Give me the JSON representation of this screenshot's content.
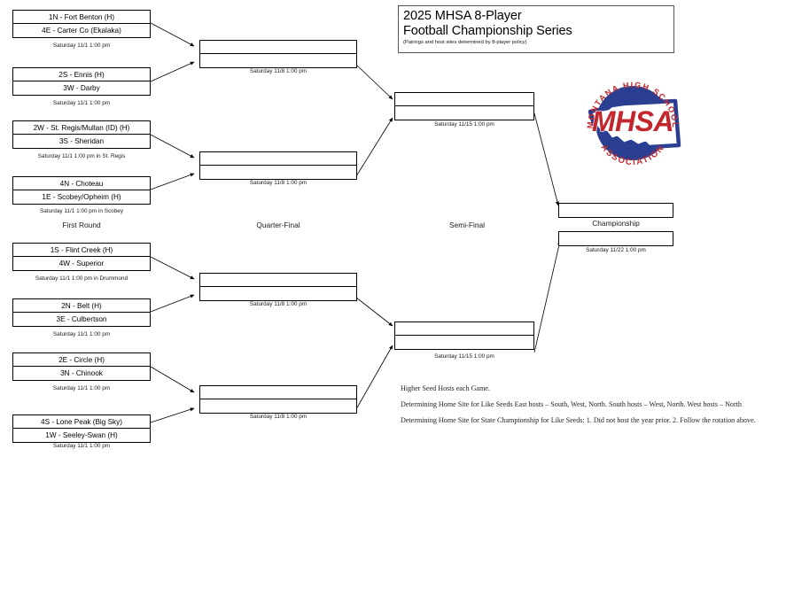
{
  "title": {
    "line1": "2025 MHSA 8-Player",
    "line2": "Football Championship Series",
    "subtitle": "(Pairings and host sites determined by 8-player policy)"
  },
  "logo": {
    "name": "MHSA",
    "arc_top": "MONTANA HIGH SCHOOL",
    "arc_bottom": "ASSOCIATION",
    "center_text": "MHSA",
    "blue": "#2b3f92",
    "red": "#c1272d"
  },
  "round_labels": {
    "first_round": "First Round",
    "quarter_final": "Quarter-Final",
    "semi_final": "Semi-Final",
    "championship": "Championship"
  },
  "first_round": [
    {
      "top": "1N - Fort Benton (H)",
      "bottom": "4E - Carter Co (Ekalaka)",
      "date": "Saturday 11/1  1:00 pm"
    },
    {
      "top": "2S - Ennis (H)",
      "bottom": "3W - Darby",
      "date": "Saturday 11/1  1:00 pm"
    },
    {
      "top": "2W - St. Regis/Mullan (ID) (H)",
      "bottom": "3S - Sheridan",
      "date": "Saturday 11/1  1:00 pm in St. Regis"
    },
    {
      "top": "4N - Choteau",
      "bottom": "1E - Scobey/Opheim (H)",
      "date": "Saturday 11/1  1:00 pm in Scobey"
    },
    {
      "top": "1S - Flint Creek (H)",
      "bottom": "4W - Superior",
      "date": "Saturday 11/1  1:00 pm in Drummond"
    },
    {
      "top": "2N - Belt (H)",
      "bottom": "3E - Culbertson",
      "date": "Saturday 11/1  1:00 pm"
    },
    {
      "top": "2E - Circle (H)",
      "bottom": "3N - Chinook",
      "date": "Saturday 11/1  1:00 pm"
    },
    {
      "top": "4S - Lone Peak (Big Sky)",
      "bottom": "1W - Seeley-Swan (H)",
      "date": "Saturday 11/1  1:00 pm"
    }
  ],
  "quarter_final": [
    {
      "top": "",
      "bottom": "",
      "date": "Saturday 11/8 1:00 pm"
    },
    {
      "top": "",
      "bottom": "",
      "date": "Saturday 11/8 1:00 pm"
    },
    {
      "top": "",
      "bottom": "",
      "date": "Saturday 11/8 1:00 pm"
    },
    {
      "top": "",
      "bottom": "",
      "date": "Saturday 11/8 1:00 pm"
    }
  ],
  "semi_final": [
    {
      "top": "",
      "bottom": "",
      "date": "Saturday 11/15  1:00 pm"
    },
    {
      "top": "",
      "bottom": "",
      "date": "Saturday 11/15  1:00 pm"
    }
  ],
  "championship": {
    "top_slot": "",
    "bottom_slot": "",
    "label": "Championship",
    "date": "Saturday 11/22  1:00 pm"
  },
  "notes": [
    "Higher Seed Hosts each Game.",
    "Determining Home Site for Like Seeds  East hosts – South, West, North.   South hosts – West, North.  West hosts – North",
    "Determining Home Site for State Championship for Like Seeds: 1. Did not host the year prior. 2. Follow the rotation above."
  ]
}
